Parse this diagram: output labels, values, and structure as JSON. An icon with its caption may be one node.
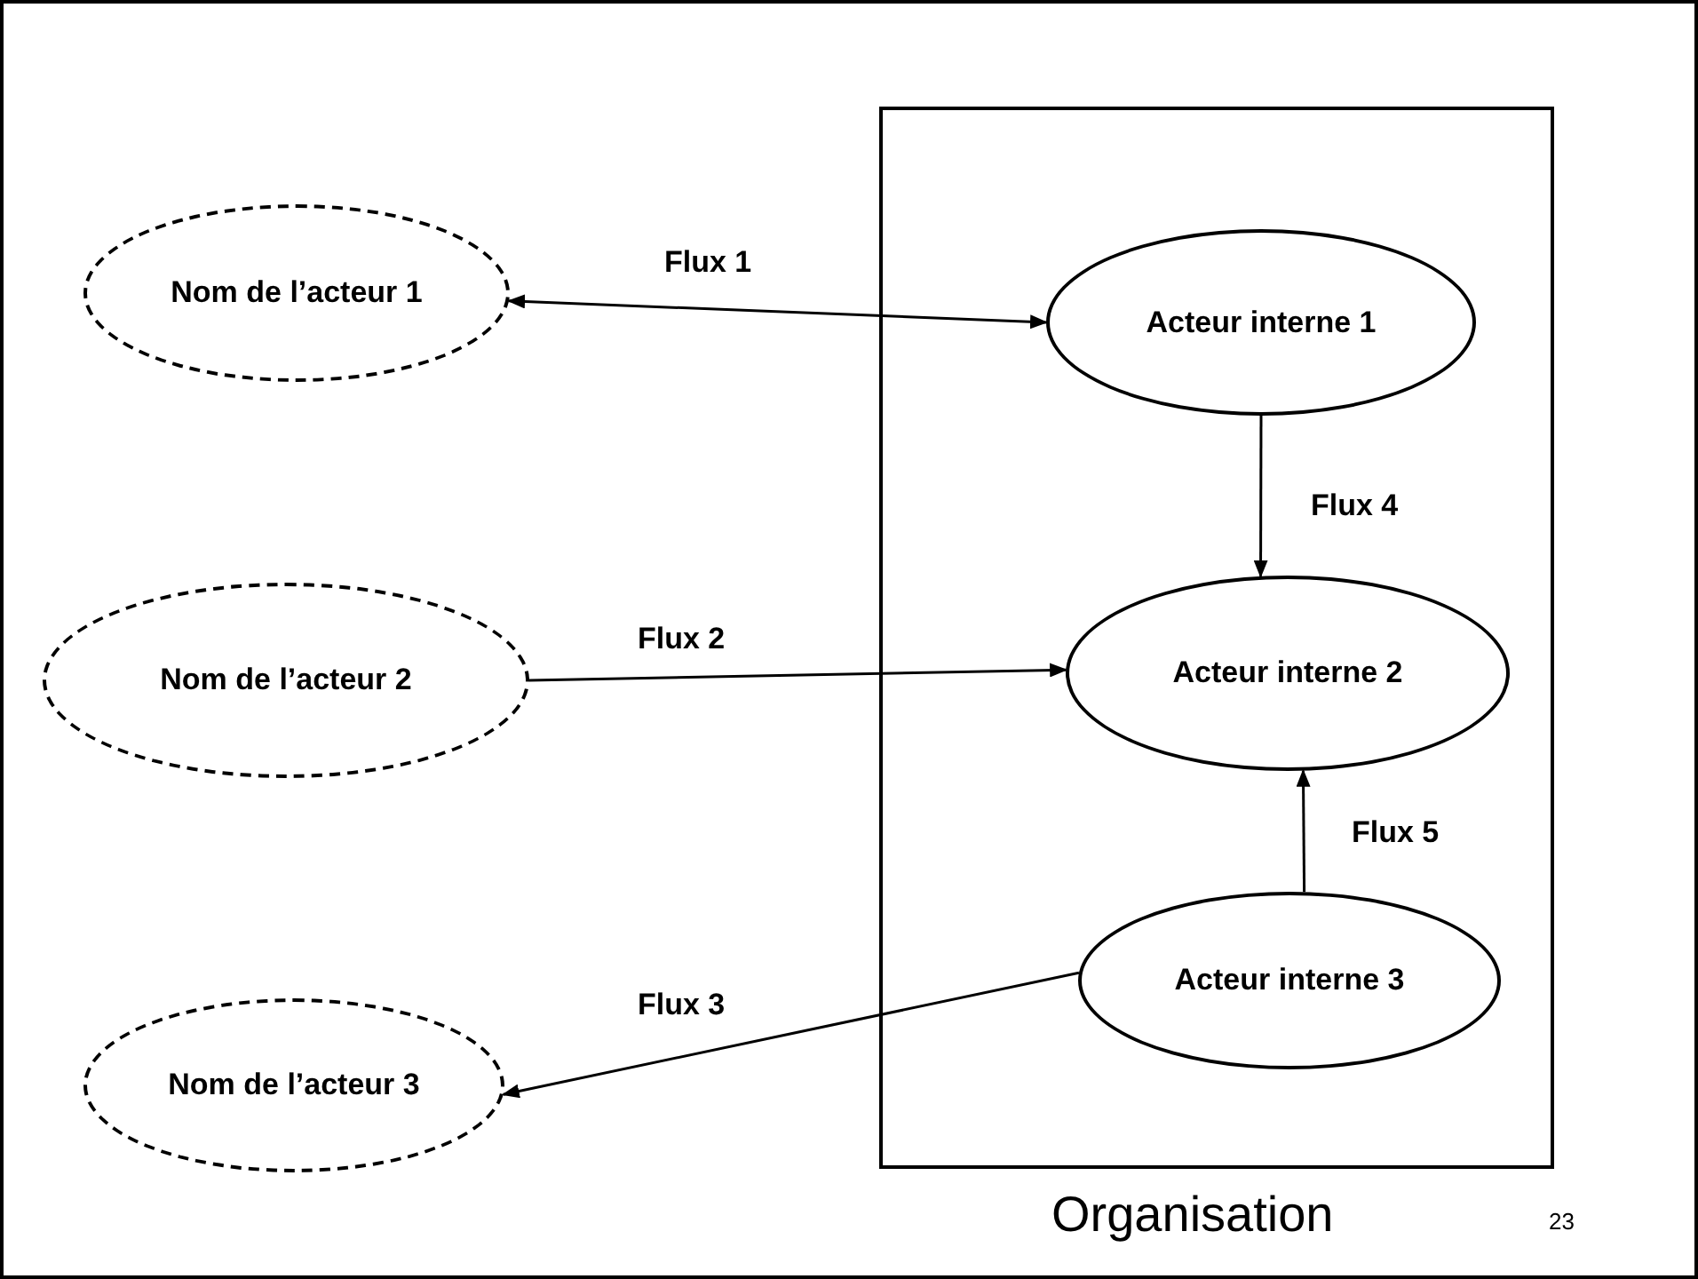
{
  "diagram": {
    "nodes": [
      {
        "text": [
          "Organisation"
        ]
      },
      {
        "text": [
          "Nom de l’acteur 1"
        ]
      },
      {
        "text": [
          "Nom de l’acteur 2"
        ]
      },
      {
        "text": [
          "Nom de l’acteur 3"
        ]
      },
      {
        "text": [
          "Acteur interne 1"
        ],
        "in": 0
      },
      {
        "text": [
          "Acteur interne 2"
        ],
        "in": 0
      },
      {
        "text": [
          "Acteur interne 3"
        ],
        "in": 0
      }
    ],
    "edges": [
      {
        "from": 1,
        "to": 4,
        "arrow": "both",
        "label": "Flux 1"
      },
      {
        "from": 2,
        "to": 5,
        "arrow": "to",
        "label": "Flux 2"
      },
      {
        "from": 6,
        "to": 3,
        "arrow": "to",
        "label": "Flux 3"
      },
      {
        "from": 4,
        "to": 5,
        "arrow": "to",
        "label": "Flux 4"
      },
      {
        "from": 6,
        "to": 5,
        "arrow": "to",
        "label": "Flux 5"
      }
    ],
    "labels": [
      "23"
    ]
  }
}
